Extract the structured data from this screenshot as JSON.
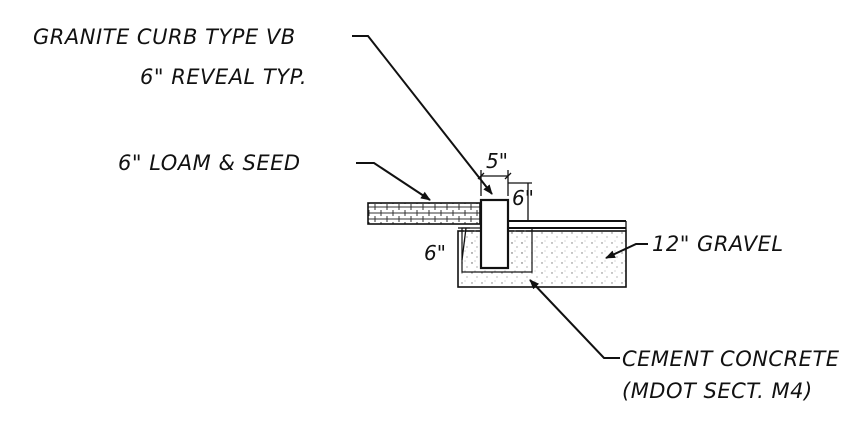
{
  "labels": {
    "curb_line1": "GRANITE CURB TYPE VB",
    "curb_line2": "6\" REVEAL TYP.",
    "loam": "6\" LOAM & SEED",
    "gravel": "12\" GRAVEL",
    "concrete_line1": "CEMENT CONCRETE",
    "concrete_line2": "(MDOT SECT. M4)"
  },
  "dimensions": {
    "curb_width": "5\"",
    "reveal": "6\"",
    "concrete_depth": "6\""
  }
}
